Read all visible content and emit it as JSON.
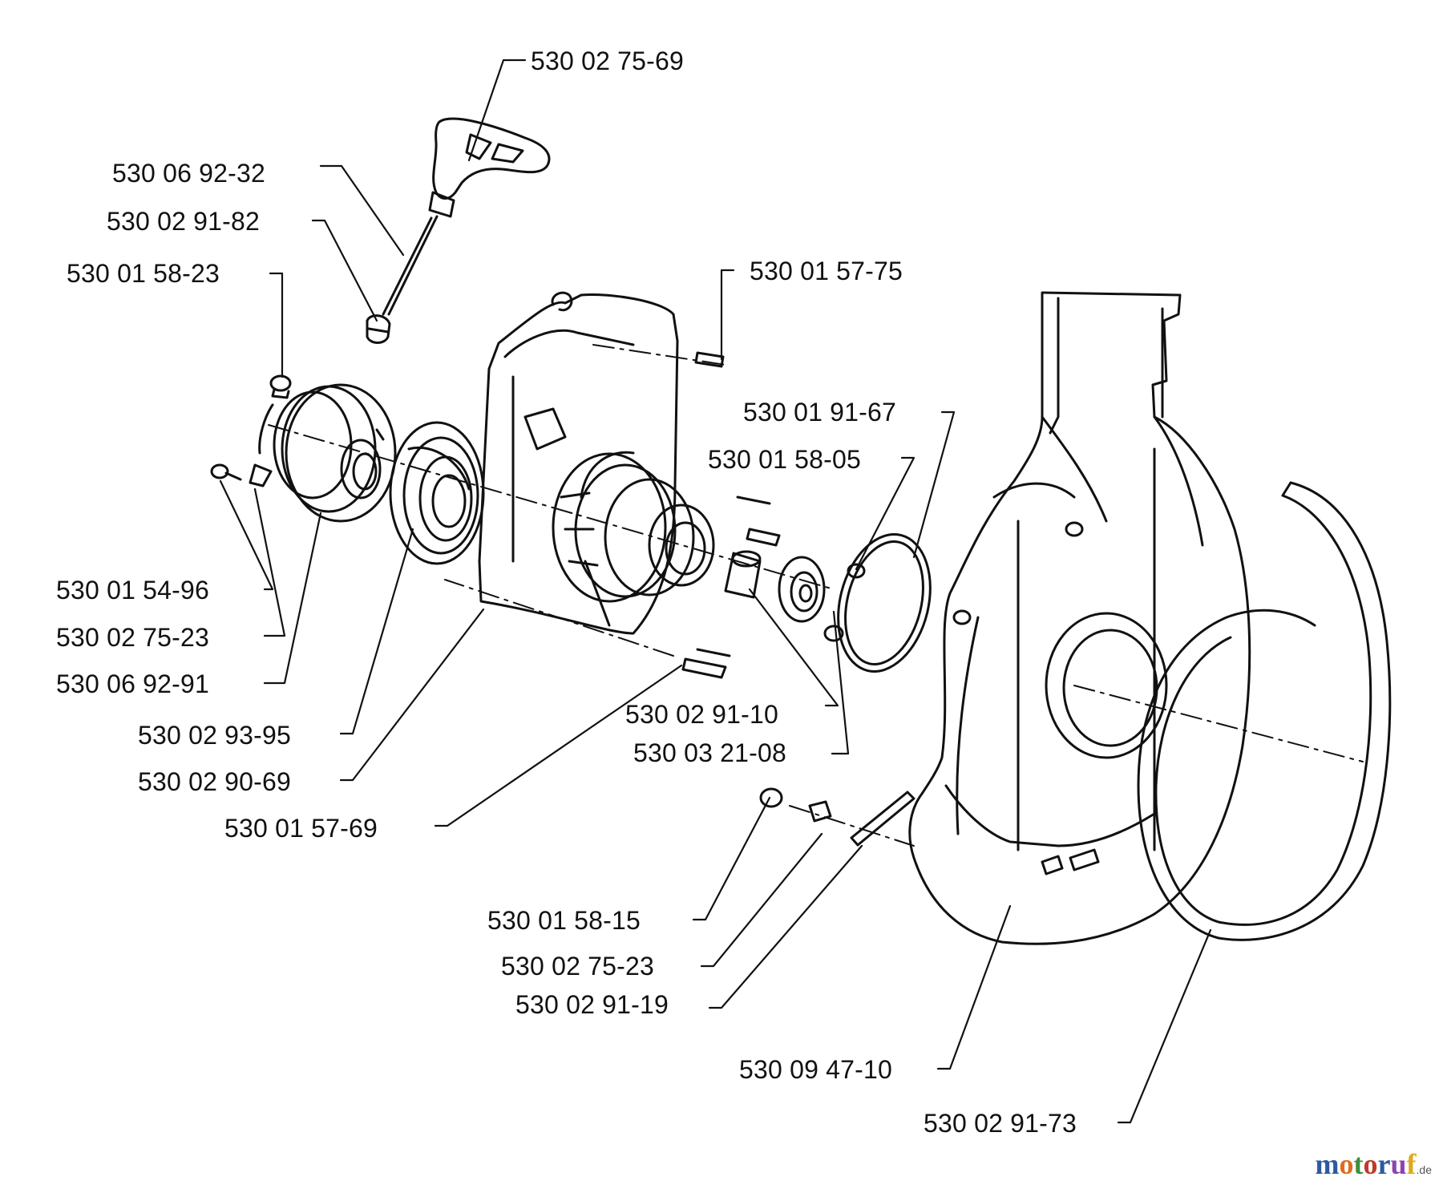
{
  "diagram": {
    "labels": [
      {
        "id": "handle",
        "text": "530 02 75-69"
      },
      {
        "id": "rope",
        "text": "530 06 92-32"
      },
      {
        "id": "rope-guide",
        "text": "530 02 91-82"
      },
      {
        "id": "screw-top",
        "text": "530 01 58-23"
      },
      {
        "id": "cap-screw",
        "text": "530 01 57-75"
      },
      {
        "id": "o-ring",
        "text": "530 01 91-67"
      },
      {
        "id": "screw-mid",
        "text": "530 01 58-05"
      },
      {
        "id": "screw-left",
        "text": "530 01 54-96"
      },
      {
        "id": "washer-left",
        "text": "530 02 75-23"
      },
      {
        "id": "pulley",
        "text": "530 06 92-91"
      },
      {
        "id": "spring",
        "text": "530 02 93-95"
      },
      {
        "id": "starter-cover",
        "text": "530 02 90-69"
      },
      {
        "id": "bolt-lower",
        "text": "530 01 57-69"
      },
      {
        "id": "bushing",
        "text": "530 02 91-10"
      },
      {
        "id": "bearing",
        "text": "530 03 21-08"
      },
      {
        "id": "screw-bottom",
        "text": "530 01 58-15"
      },
      {
        "id": "washer-bottom",
        "text": "530 02 75-23"
      },
      {
        "id": "pin",
        "text": "530 02 91-19"
      },
      {
        "id": "fan-housing",
        "text": "530 09 47-10"
      },
      {
        "id": "band",
        "text": "530 02 91-73"
      }
    ],
    "colors": {
      "line": "#111111",
      "background": "#ffffff"
    }
  },
  "watermark": {
    "letters": [
      "m",
      "o",
      "t",
      "o",
      "r",
      "u",
      "f"
    ],
    "suffix": ".de",
    "colors": [
      "#2c5aa0",
      "#e06c1c",
      "#3d8f3d",
      "#c0392b",
      "#2c5aa0",
      "#8e44ad",
      "#e0a81c"
    ]
  }
}
